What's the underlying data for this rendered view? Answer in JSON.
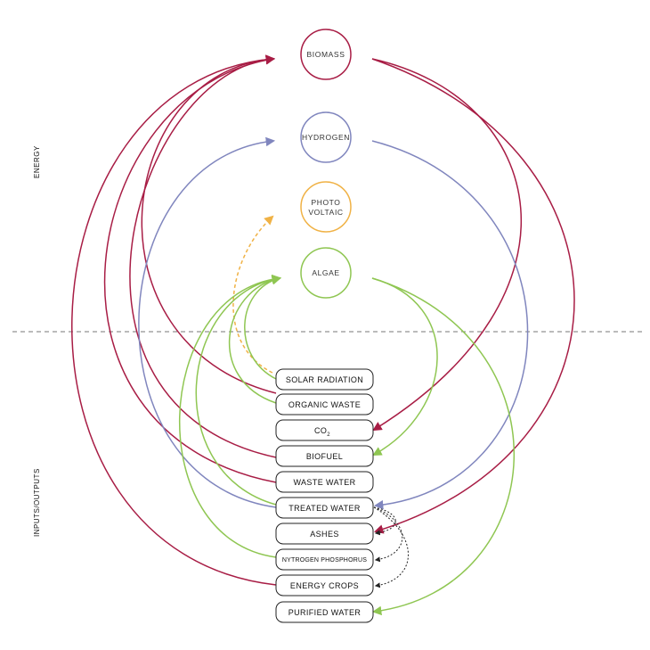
{
  "colors": {
    "biomass": "#A81D45",
    "hydrogen": "#8086BE",
    "photovoltaic": "#F0B246",
    "algae": "#8FC652",
    "box_border": "#222222",
    "divider": "#777777"
  },
  "section_labels": {
    "energy": "ENERGY",
    "inputs_outputs": "INPUTS/OUTPUTS"
  },
  "energy_nodes": {
    "biomass": {
      "label": "BIOMASS"
    },
    "hydrogen": {
      "label": "HYDROGEN"
    },
    "photovoltaic": {
      "line1": "PHOTO",
      "line2": "VOLTAIC"
    },
    "algae": {
      "label": "ALGAE"
    }
  },
  "inputs": {
    "solar_radiation": "SOLAR RADIATION",
    "organic_waste": "ORGANIC WASTE",
    "co2": {
      "main": "CO",
      "sub": "2"
    },
    "biofuel": "BIOFUEL",
    "waste_water": "WASTE WATER",
    "treated_water": "TREATED WATER",
    "ashes": "ASHES",
    "nytrogen_phosphorus": "NYTROGEN PHOSPHORUS",
    "energy_crops": "ENERGY CROPS",
    "purified_water": "PURIFIED WATER"
  }
}
